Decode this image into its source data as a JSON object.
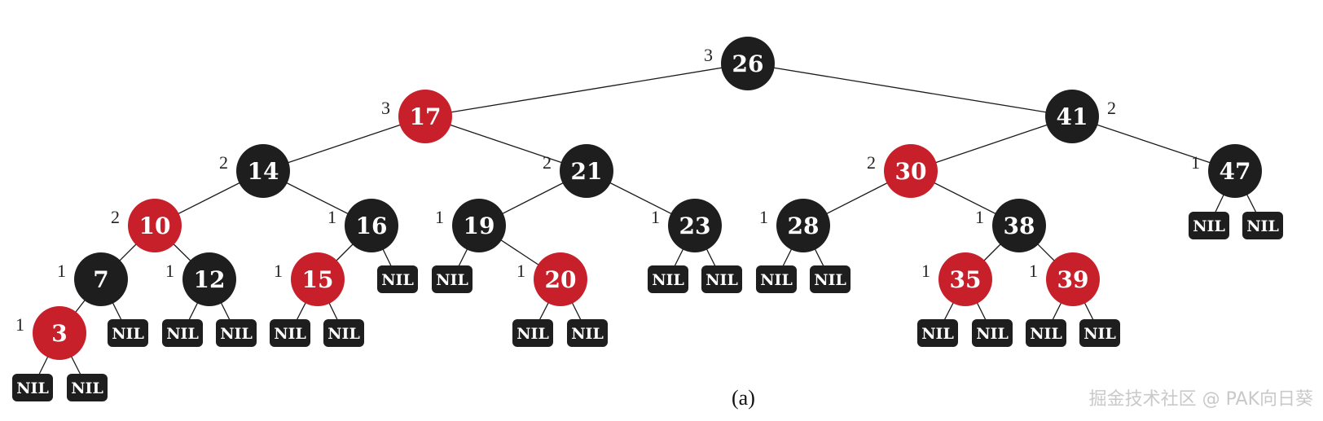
{
  "caption": "(a)",
  "watermark": "掘金技术社区 @ PAK向日葵",
  "nil_label": "NIL",
  "colors": {
    "red": "#c8202b",
    "black": "#1f1e1f"
  },
  "nodes": [
    {
      "id": "n26",
      "key": "26",
      "color": "black",
      "bh": "3",
      "bh_side": "left"
    },
    {
      "id": "n17",
      "key": "17",
      "color": "red",
      "bh": "3",
      "bh_side": "left"
    },
    {
      "id": "n41",
      "key": "41",
      "color": "black",
      "bh": "2",
      "bh_side": "right"
    },
    {
      "id": "n14",
      "key": "14",
      "color": "black",
      "bh": "2",
      "bh_side": "left"
    },
    {
      "id": "n21",
      "key": "21",
      "color": "black",
      "bh": "2",
      "bh_side": "left"
    },
    {
      "id": "n30",
      "key": "30",
      "color": "red",
      "bh": "2",
      "bh_side": "left"
    },
    {
      "id": "n47",
      "key": "47",
      "color": "black",
      "bh": "1",
      "bh_side": "left"
    },
    {
      "id": "n10",
      "key": "10",
      "color": "red",
      "bh": "2",
      "bh_side": "left"
    },
    {
      "id": "n16",
      "key": "16",
      "color": "black",
      "bh": "1",
      "bh_side": "left"
    },
    {
      "id": "n19",
      "key": "19",
      "color": "black",
      "bh": "1",
      "bh_side": "left"
    },
    {
      "id": "n23",
      "key": "23",
      "color": "black",
      "bh": "1",
      "bh_side": "left"
    },
    {
      "id": "n28",
      "key": "28",
      "color": "black",
      "bh": "1",
      "bh_side": "left"
    },
    {
      "id": "n38",
      "key": "38",
      "color": "black",
      "bh": "1",
      "bh_side": "left"
    },
    {
      "id": "n7",
      "key": "7",
      "color": "black",
      "bh": "1",
      "bh_side": "left"
    },
    {
      "id": "n12",
      "key": "12",
      "color": "black",
      "bh": "1",
      "bh_side": "left"
    },
    {
      "id": "n15",
      "key": "15",
      "color": "red",
      "bh": "1",
      "bh_side": "left"
    },
    {
      "id": "n20",
      "key": "20",
      "color": "red",
      "bh": "1",
      "bh_side": "left"
    },
    {
      "id": "n35",
      "key": "35",
      "color": "red",
      "bh": "1",
      "bh_side": "left"
    },
    {
      "id": "n39",
      "key": "39",
      "color": "red",
      "bh": "1",
      "bh_side": "left"
    },
    {
      "id": "n3",
      "key": "3",
      "color": "red",
      "bh": "1",
      "bh_side": "left"
    }
  ],
  "nils": [
    {
      "id": "nil47a"
    },
    {
      "id": "nil47b"
    },
    {
      "id": "nil16"
    },
    {
      "id": "nil19"
    },
    {
      "id": "nil23a"
    },
    {
      "id": "nil23b"
    },
    {
      "id": "nil28a"
    },
    {
      "id": "nil28b"
    },
    {
      "id": "nil7"
    },
    {
      "id": "nil12a"
    },
    {
      "id": "nil12b"
    },
    {
      "id": "nil15a"
    },
    {
      "id": "nil15b"
    },
    {
      "id": "nil20a"
    },
    {
      "id": "nil20b"
    },
    {
      "id": "nil35a"
    },
    {
      "id": "nil35b"
    },
    {
      "id": "nil39a"
    },
    {
      "id": "nil39b"
    },
    {
      "id": "nil3a"
    },
    {
      "id": "nil3b"
    }
  ],
  "edges": [
    [
      "n26",
      "n17"
    ],
    [
      "n26",
      "n41"
    ],
    [
      "n17",
      "n14"
    ],
    [
      "n17",
      "n21"
    ],
    [
      "n41",
      "n30"
    ],
    [
      "n41",
      "n47"
    ],
    [
      "n14",
      "n10"
    ],
    [
      "n14",
      "n16"
    ],
    [
      "n21",
      "n19"
    ],
    [
      "n21",
      "n23"
    ],
    [
      "n30",
      "n28"
    ],
    [
      "n30",
      "n38"
    ],
    [
      "n47",
      "nil47a"
    ],
    [
      "n47",
      "nil47b"
    ],
    [
      "n10",
      "n7"
    ],
    [
      "n10",
      "n12"
    ],
    [
      "n16",
      "n15"
    ],
    [
      "n16",
      "nil16"
    ],
    [
      "n19",
      "nil19"
    ],
    [
      "n19",
      "n20"
    ],
    [
      "n23",
      "nil23a"
    ],
    [
      "n23",
      "nil23b"
    ],
    [
      "n28",
      "nil28a"
    ],
    [
      "n28",
      "nil28b"
    ],
    [
      "n38",
      "n35"
    ],
    [
      "n38",
      "n39"
    ],
    [
      "n7",
      "n3"
    ],
    [
      "n7",
      "nil7"
    ],
    [
      "n12",
      "nil12a"
    ],
    [
      "n12",
      "nil12b"
    ],
    [
      "n15",
      "nil15a"
    ],
    [
      "n15",
      "nil15b"
    ],
    [
      "n20",
      "nil20a"
    ],
    [
      "n20",
      "nil20b"
    ],
    [
      "n35",
      "nil35a"
    ],
    [
      "n35",
      "nil35b"
    ],
    [
      "n39",
      "nil39a"
    ],
    [
      "n39",
      "nil39b"
    ],
    [
      "n3",
      "nil3a"
    ],
    [
      "n3",
      "nil3b"
    ]
  ]
}
